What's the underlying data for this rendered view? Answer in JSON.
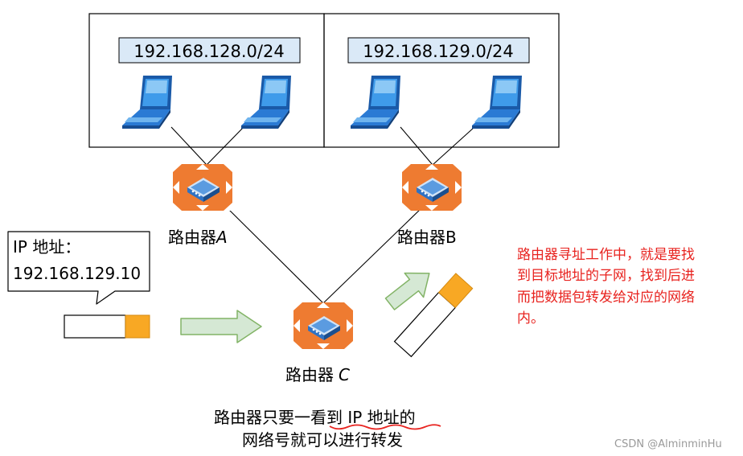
{
  "subnets": {
    "left": {
      "label": "192.168.128.0/24"
    },
    "right": {
      "label": "192.168.129.0/24"
    }
  },
  "routers": {
    "a": {
      "label": "路由器",
      "letter": "A"
    },
    "b": {
      "label": "路由器B"
    },
    "c": {
      "label": "路由器",
      "letter": "C"
    }
  },
  "callout": {
    "line1": "IP 地址：",
    "line2": "192.168.129.10"
  },
  "note": {
    "lines": [
      "路由器寻址工作中，就是要找",
      "到目标地址的子网，找到后进",
      "而把数据包转发给对应的网络",
      "内。"
    ],
    "color": "#e8231f"
  },
  "caption": {
    "line1": "路由器只要一看到 IP 地址的",
    "line2": "网络号就可以进行转发"
  },
  "watermark": "CSDN @AlminminHu",
  "colors": {
    "router_orange": "#ee7b31",
    "router_blue": "#2f72c4",
    "subnet_fill": "#dae9f7",
    "arrow_green": "#d5e8d4",
    "arrow_green_stroke": "#82b366",
    "packet_orange": "#f8a824",
    "underline_red": "#e8231f"
  },
  "icons": [
    "laptop-icon",
    "router-icon",
    "right-arrow-icon",
    "packet-icon",
    "callout-bubble"
  ]
}
